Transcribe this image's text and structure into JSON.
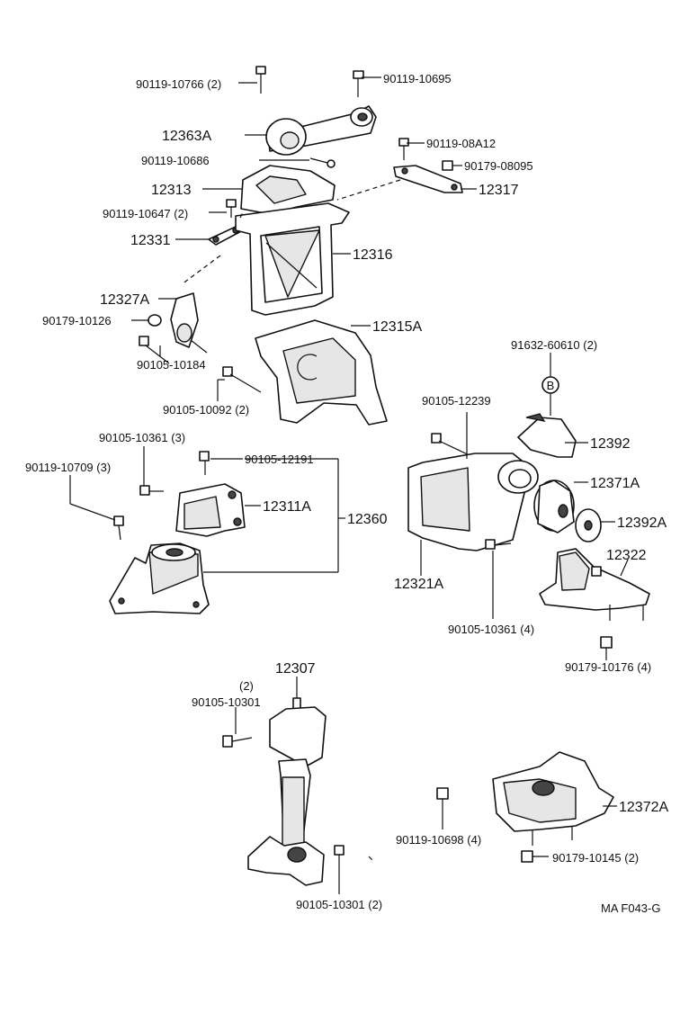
{
  "drawing_code": "MA F043-G",
  "labels": {
    "l1": "90119-10766 (2)",
    "l2": "90119-10695",
    "l3": "12363A",
    "l4": "90119-10686",
    "l5": "90119-08A12",
    "l6": "90179-08095",
    "l7": "12313",
    "l8": "12317",
    "l9": "90119-10647 (2)",
    "l10": "12331",
    "l11": "12316",
    "l12": "12327A",
    "l13": "90179-10126",
    "l14": "12315A",
    "l15": "90105-10184",
    "l16": "91632-60610 (2)",
    "l17": "90105-10092 (2)",
    "l18": "90105-12239",
    "l19": "12392",
    "l20": "90105-10361 (3)",
    "l21": "90105-12191",
    "l22": "90119-10709 (3)",
    "l23": "12371A",
    "l24": "12311A",
    "l25": "12360",
    "l26": "12392A",
    "l27": "12322",
    "l28": "12321A",
    "l29": "90105-10361 (4)",
    "l30": "90179-10176 (4)",
    "l31": "12307",
    "l32": "(2)",
    "l33": "90105-10301",
    "l34": "12372A",
    "l35": "90119-10698 (4)",
    "l36": "90179-10145 (2)",
    "l37": "90105-10301 (2)",
    "callout_b": "B"
  }
}
